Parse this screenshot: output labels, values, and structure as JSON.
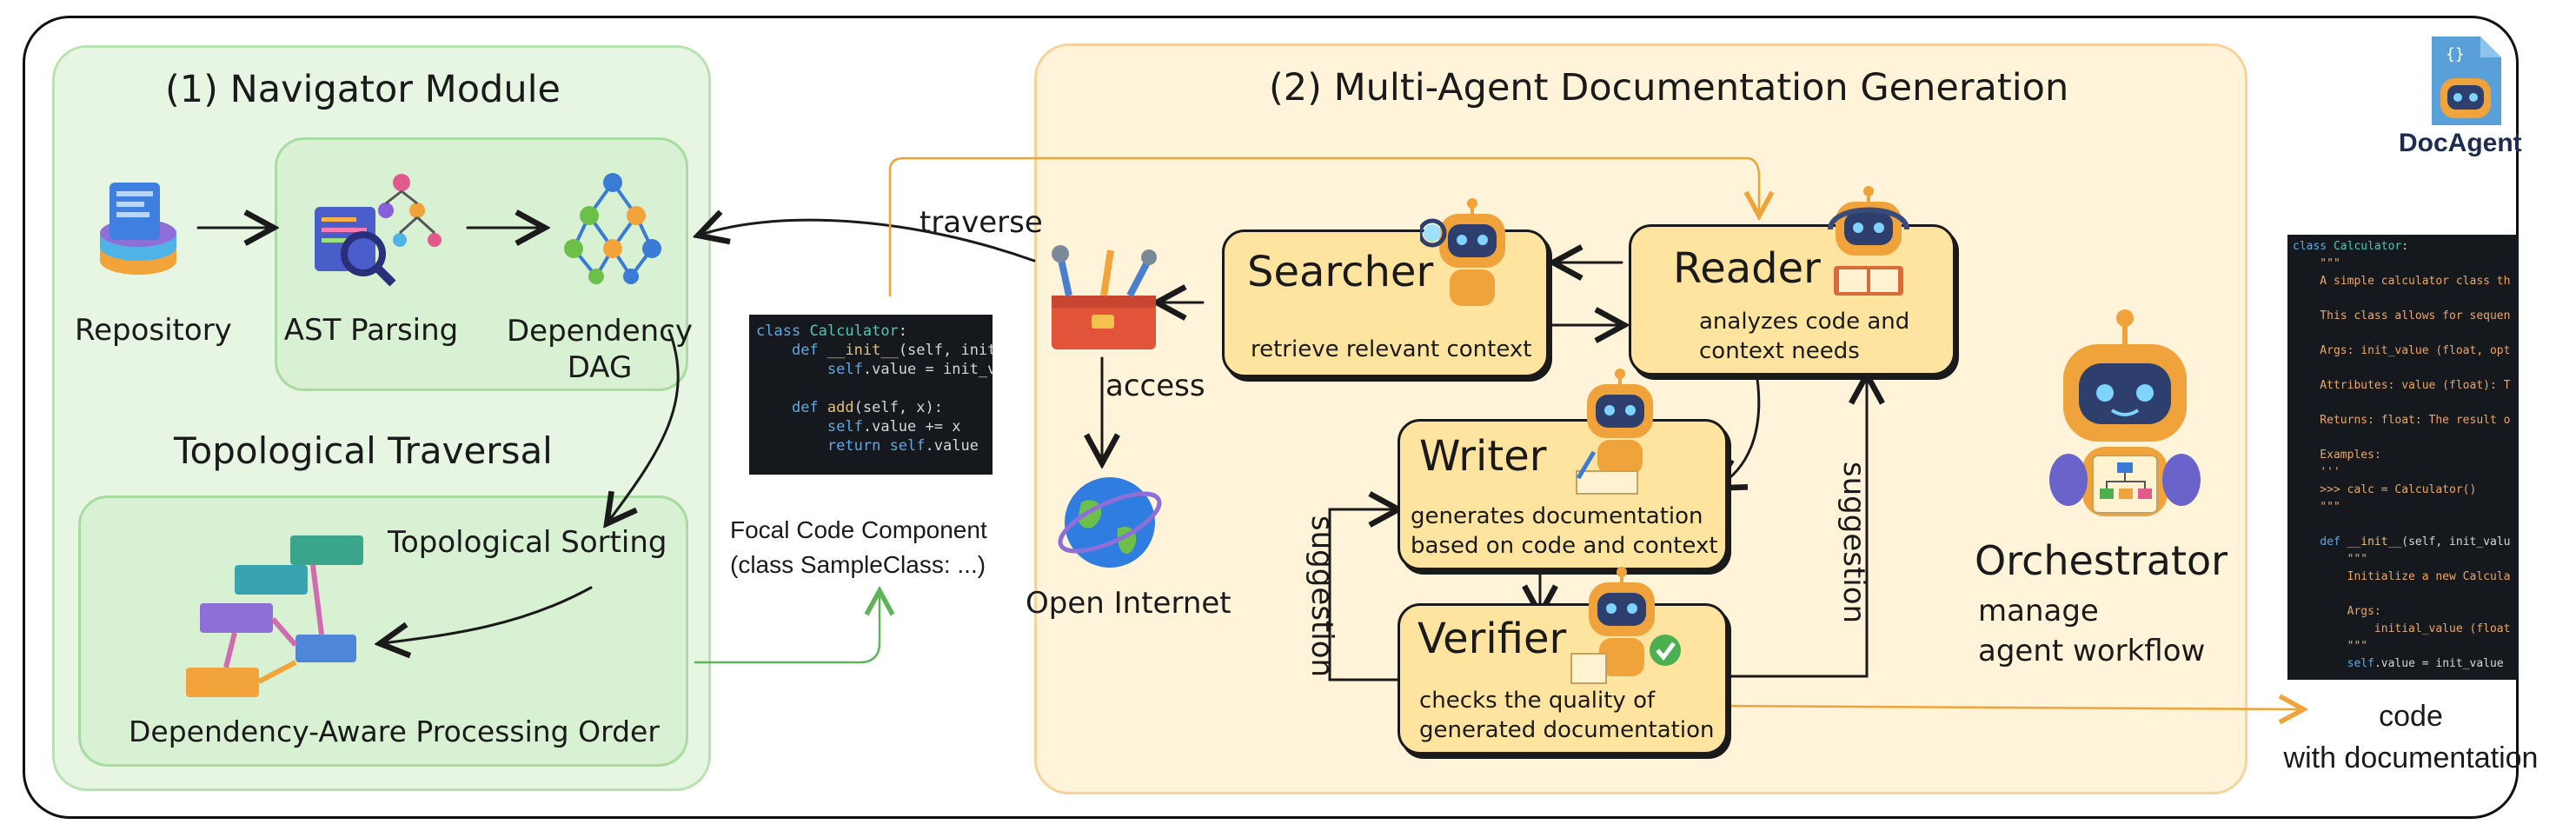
{
  "logo": {
    "name": "DocAgent",
    "icon": "docagent-robot-icon"
  },
  "navigator": {
    "title": "(1) Navigator Module",
    "repository": "Repository",
    "ast_parsing": "AST Parsing",
    "dependency_dag": "Dependency\nDAG",
    "topo_traversal": "Topological Traversal",
    "topo_sorting": "Topological Sorting",
    "processing_order": "Dependency-Aware Processing Order"
  },
  "focal": {
    "line1": "Focal Code Component",
    "line2": "(class SampleClass: ...)",
    "code": [
      "class Calculator:",
      "    def __init__(self, init",
      "        self.value = init_v",
      "",
      "    def add(self, x):",
      "        self.value += x",
      "        return self.value"
    ]
  },
  "edges": {
    "traverse": "traverse",
    "access": "access",
    "suggestion_left": "suggestion",
    "suggestion_right": "suggestion"
  },
  "multi_agent": {
    "title": "(2) Multi-Agent Documentation Generation",
    "tools_icon": "toolbox-icon",
    "open_internet": "Open Internet",
    "searcher": {
      "name": "Searcher",
      "desc": "retrieve relevant context"
    },
    "reader": {
      "name": "Reader",
      "desc": "analyzes code and\ncontext needs"
    },
    "writer": {
      "name": "Writer",
      "desc": "generates documentation\nbased on code and context"
    },
    "verifier": {
      "name": "Verifier",
      "desc": "checks the quality of\ngenerated documentation"
    },
    "orchestrator": {
      "name": "Orchestrator",
      "desc": "manage\nagent workflow"
    }
  },
  "output": {
    "label": "code\nwith documentation",
    "code": [
      "class Calculator:",
      "    \"\"\"",
      "    A simple calculator class th",
      "",
      "    This class allows for sequen",
      "",
      "    Args: init_value (float, opt",
      "",
      "    Attributes: value (float): T",
      "",
      "    Returns: float: The result o",
      "",
      "    Examples:",
      "    '''",
      "    >>> calc = Calculator()",
      "    \"\"\"",
      "",
      "    def __init__(self, init_valu",
      "        \"\"\"",
      "        Initialize a new Calcula",
      "",
      "        Args:",
      "            initial_value (float",
      "        \"\"\"",
      "        self.value = init_value"
    ]
  },
  "colors": {
    "green_panel": "#e6f6e3",
    "yellow_panel": "#fff4d9",
    "agent_box": "#ffe4a0",
    "orange_arrow": "#f0a33a",
    "green_arrow": "#5fb35a"
  }
}
